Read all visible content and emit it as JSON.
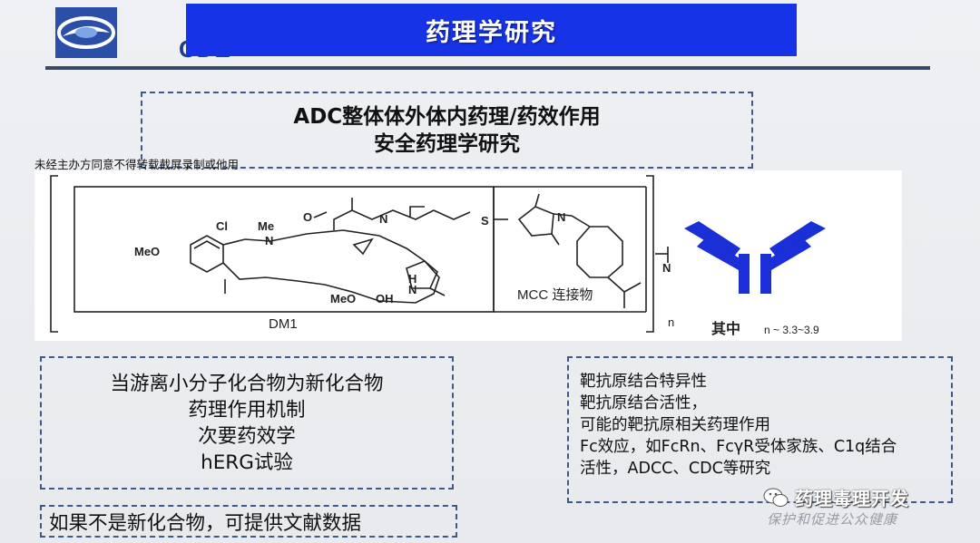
{
  "header": {
    "logo_text": "CDE",
    "title": "药理学研究"
  },
  "top_box": {
    "line1": "ADC整体体外体内药理/药效作用",
    "line2": "安全药理学研究"
  },
  "notice": "未经主办方同意不得转载截屏录制或他用",
  "structure": {
    "label_dm1": "DM1",
    "label_mcc": "MCC 连接物",
    "label_meo": "MeO",
    "label_cl": "Cl",
    "label_me": "Me",
    "label_n": "N",
    "label_o": "O",
    "label_s": "S",
    "label_h": "H",
    "label_oh": "OH",
    "label_meo2": "MeO",
    "label_nh": "N",
    "subscript_n": "n",
    "legend_prefix": "其中",
    "legend_value": "n ~ 3.3~3.9"
  },
  "left_box": {
    "lines": [
      "当游离小分子化合物为新化合物",
      "药理作用机制",
      "次要药效学",
      "hERG试验"
    ]
  },
  "bottom_box": {
    "text": "如果不是新化合物，可提供文献数据"
  },
  "right_box": {
    "lines": [
      "靶抗原结合特异性",
      "靶抗原结合活性，",
      "可能的靶抗原相关药理作用",
      "Fc效应，如FcRn、FcγR受体家族、C1q结合",
      "活性，ADCC、CDC等研究"
    ]
  },
  "watermark": {
    "main": "药理毒理开发",
    "sub": "保护和促进公众健康"
  },
  "colors": {
    "title_bar": "#1633e8",
    "antibody": "#1a2fd6",
    "box_border": "#3e5a8c"
  }
}
